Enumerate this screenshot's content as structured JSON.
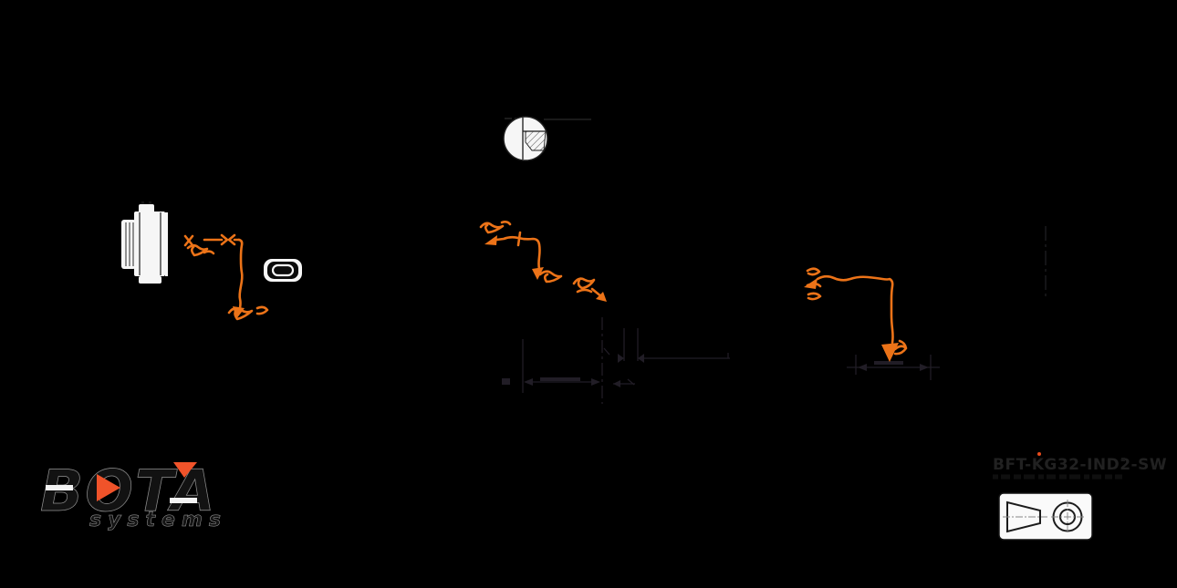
{
  "page": {
    "background": "#000000"
  },
  "title_block": {
    "part_number": "BFT-KG32-IND2-SW",
    "text_color": "#212121"
  },
  "logo": {
    "brand": "BOTA",
    "tagline": "systems",
    "accent_color": "#f0532a",
    "letter_color": "#121212"
  },
  "redline": {
    "color": "#ec7318",
    "items": [
      "left-connector-callout",
      "mid-left-callout",
      "mid-right-callout",
      "right-callout"
    ]
  },
  "symbols": {
    "projection_symbol": "third-angle-projection-icon",
    "usb_port": "usb-c-port-icon",
    "detail_view": "section-detail-icon",
    "connector": "m8-connector-icon"
  },
  "drawing_line_colors": {
    "faint_dimension": "#211d26",
    "leader": "#2b2b2b",
    "white_shape": "#f6f6f6"
  }
}
